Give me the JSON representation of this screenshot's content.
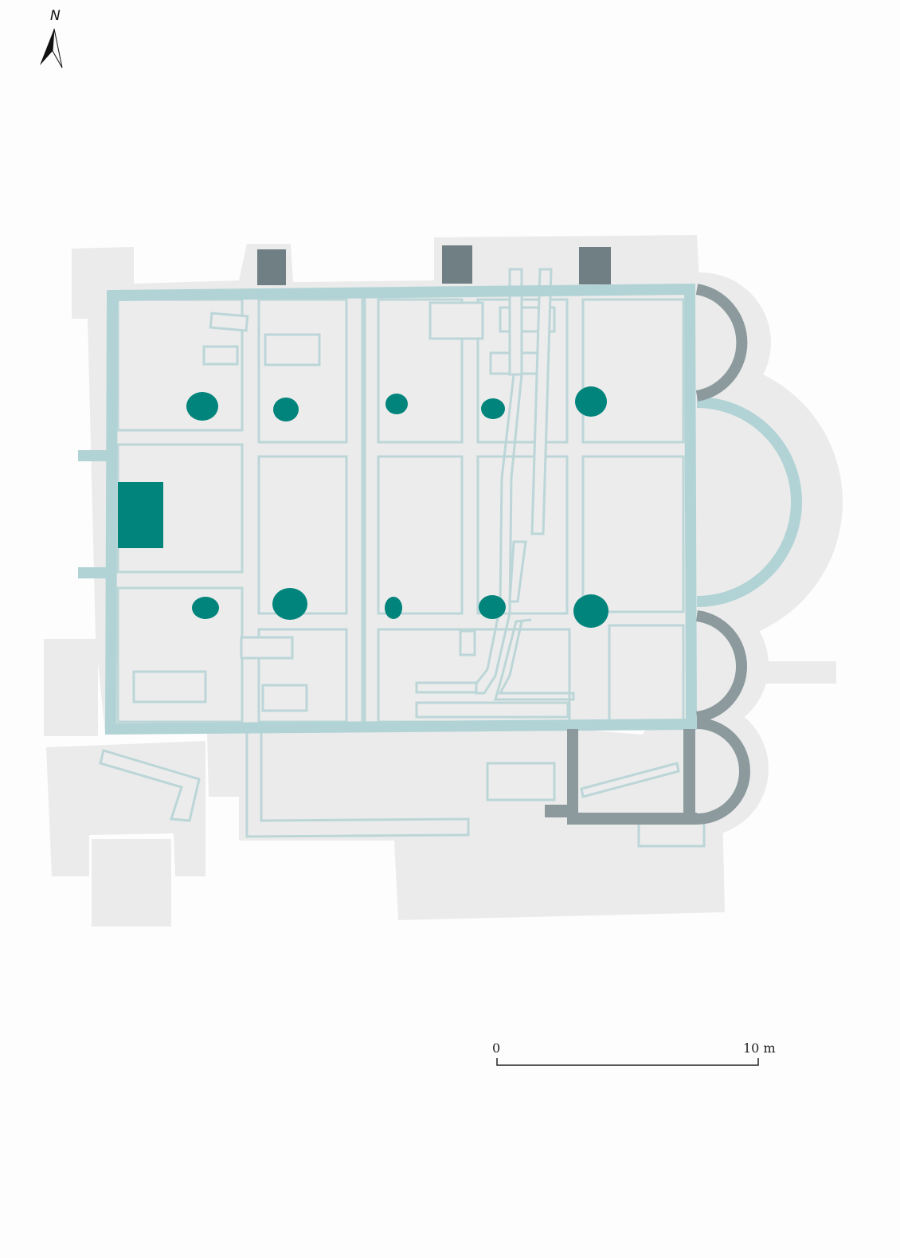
{
  "north_arrow": {
    "label": "N"
  },
  "scale_bar": {
    "start_label": "0",
    "end_label": "10 m",
    "length_m": 10
  },
  "colors": {
    "ground": "#ebebeb",
    "wall": "#b2d3d5",
    "outline": "#bcd6d8",
    "dark_wall": "#6f7f83",
    "apse_grey": "#8c9a9d",
    "pillar": "#00847c"
  }
}
